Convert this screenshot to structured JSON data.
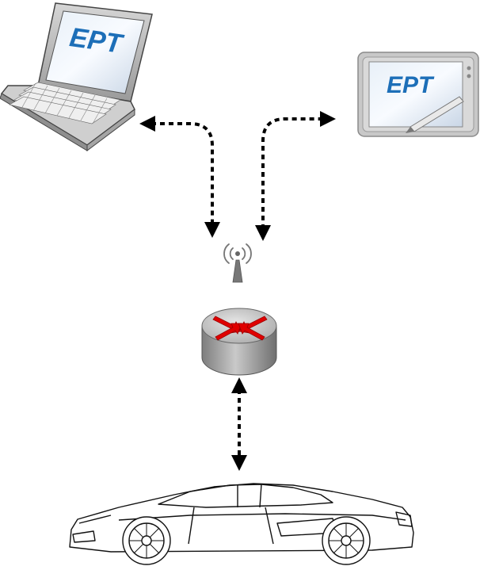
{
  "laptop": {
    "screen_logo": "EPT"
  },
  "tablet": {
    "screen_logo": "EPT"
  },
  "colors": {
    "logo_blue": "#1d6fb8",
    "arrow_red": "#e00000",
    "connector_black": "#000000",
    "device_gray": "#bfbfbf"
  },
  "connections": [
    {
      "from": "wireless-antenna",
      "to": "laptop",
      "style": "dashed",
      "direction": "bidirectional"
    },
    {
      "from": "wireless-antenna",
      "to": "tablet",
      "style": "dashed",
      "direction": "bidirectional"
    },
    {
      "from": "router",
      "to": "car",
      "style": "dashed",
      "direction": "bidirectional"
    }
  ],
  "icons": [
    "laptop-icon",
    "tablet-icon",
    "antenna-icon",
    "router-icon",
    "car-icon"
  ]
}
